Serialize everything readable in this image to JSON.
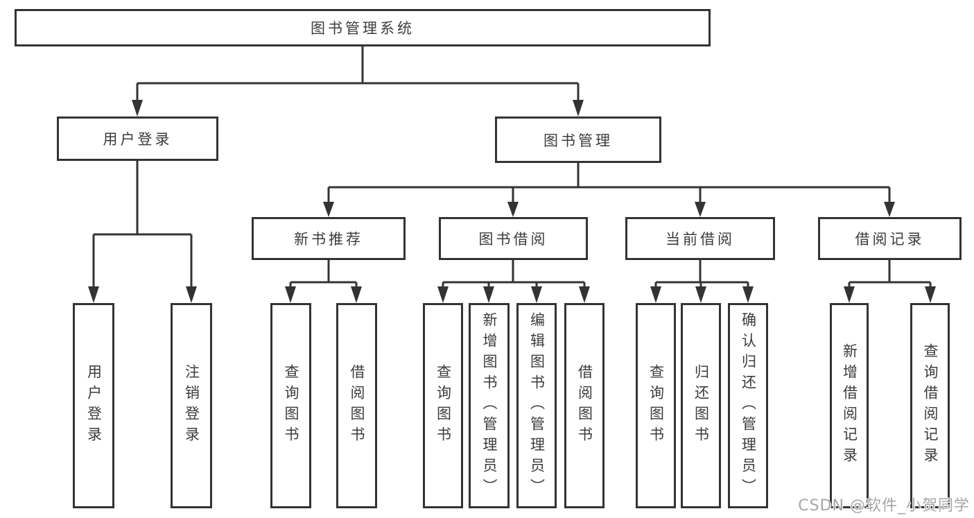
{
  "tree": {
    "root": {
      "label": "图书管理系统"
    },
    "branches": [
      {
        "label": "用户登录",
        "children": [
          {
            "label": "用户登录"
          },
          {
            "label": "注销登录"
          }
        ]
      },
      {
        "label": "图书管理",
        "sections": [
          {
            "label": "新书推荐",
            "children": [
              {
                "label": "查询图书"
              },
              {
                "label": "借阅图书"
              }
            ]
          },
          {
            "label": "图书借阅",
            "children": [
              {
                "label": "查询图书"
              },
              {
                "label": "新增图书（管理员）"
              },
              {
                "label": "编辑图书（管理员）"
              },
              {
                "label": "借阅图书"
              }
            ]
          },
          {
            "label": "当前借阅",
            "children": [
              {
                "label": "查询图书"
              },
              {
                "label": "归还图书"
              },
              {
                "label": "确认归还（管理员）"
              }
            ]
          },
          {
            "label": "借阅记录",
            "children": [
              {
                "label": "新增借阅记录"
              },
              {
                "label": "查询借阅记录"
              }
            ]
          }
        ]
      }
    ]
  },
  "watermark": {
    "text": "CSDN @软件_小贺同学"
  },
  "colors": {
    "line": "#333333",
    "box_border": "#333333",
    "text": "#3b3b3b",
    "watermark": "#a5a5a5",
    "background": "#ffffff"
  }
}
